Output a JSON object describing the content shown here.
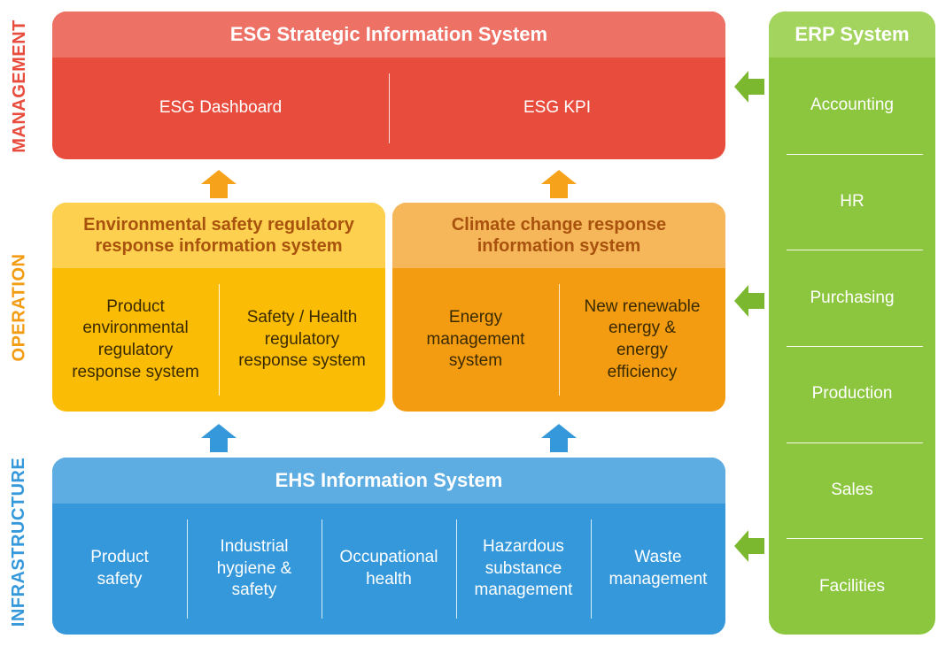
{
  "layers": {
    "management": "MANAGEMENT",
    "operation": "OPERATION",
    "infrastructure": "INFRASTRUCTURE"
  },
  "esg": {
    "title": "ESG Strategic Information System",
    "items": [
      "ESG Dashboard",
      "ESG KPI"
    ]
  },
  "env_safety": {
    "title": "Environmental safety regulatory\nresponse information system",
    "items": [
      "Product\nenvironmental\nregulatory\nresponse system",
      "Safety / Health\nregulatory\nresponse system"
    ]
  },
  "climate": {
    "title": "Climate change response\ninformation system",
    "items": [
      "Energy\nmanagement\nsystem",
      "New renewable\nenergy &\nenergy\nefficiency"
    ]
  },
  "ehs": {
    "title": "EHS Information System",
    "items": [
      "Product\nsafety",
      "Industrial\nhygiene &\nsafety",
      "Occupational\nhealth",
      "Hazardous\nsubstance\nmanagement",
      "Waste\nmanagement"
    ]
  },
  "erp": {
    "title": "ERP System",
    "items": [
      "Accounting",
      "HR",
      "Purchasing",
      "Production",
      "Sales",
      "Facilities"
    ]
  },
  "colors": {
    "management": "#e84c3d",
    "operation_left": "#fbbc05",
    "operation_right": "#f39c12",
    "infrastructure": "#3498db",
    "erp": "#8cc63e",
    "arrow_orange": "#f7a21b",
    "arrow_blue": "#3498db",
    "arrow_green": "#7cb82f"
  }
}
